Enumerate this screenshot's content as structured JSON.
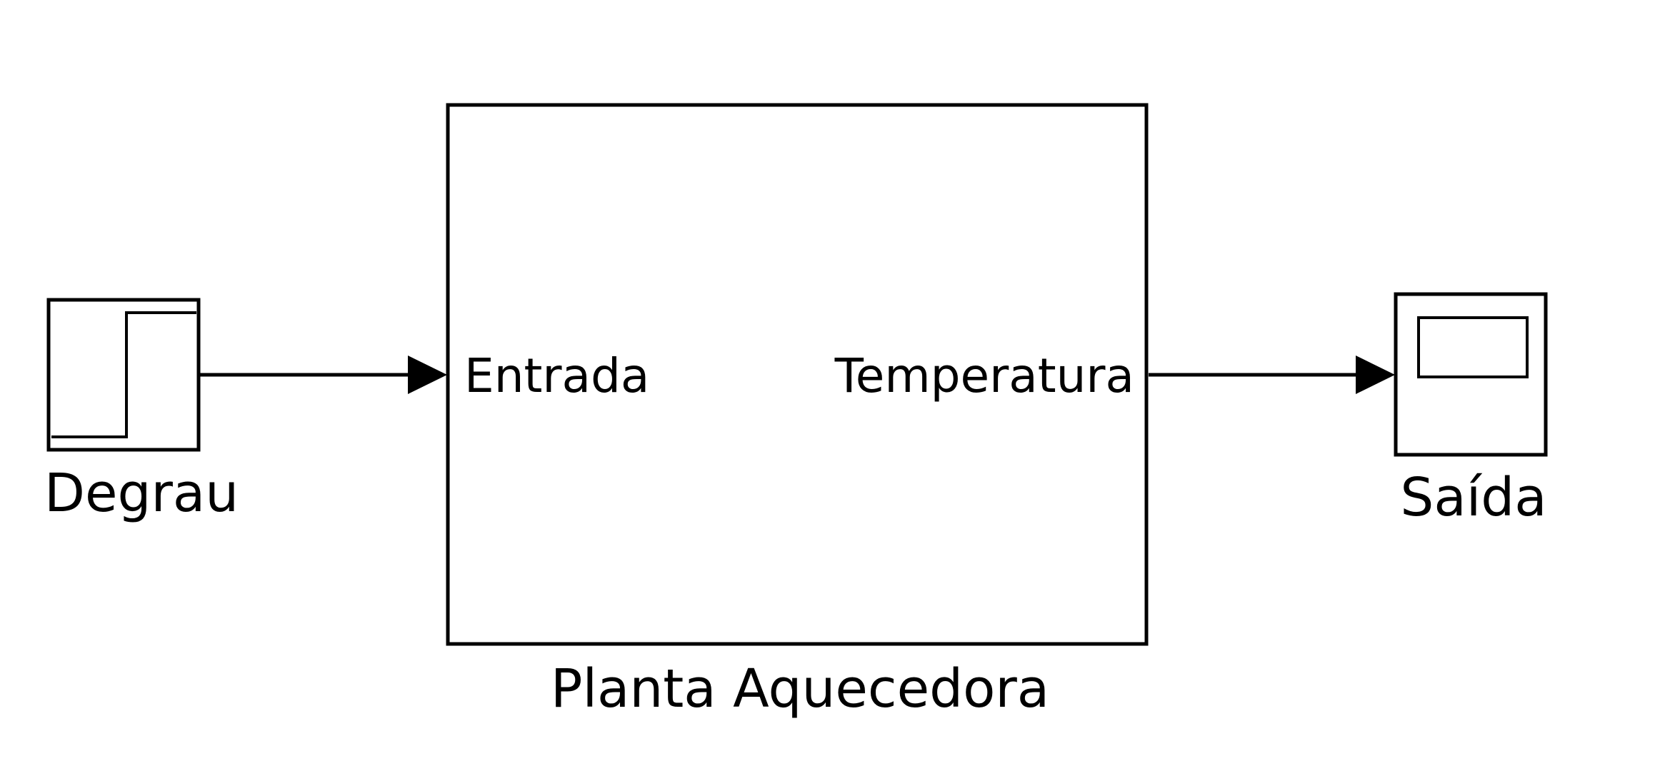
{
  "diagram": {
    "blocks": {
      "step": {
        "name": "Degrau"
      },
      "plant": {
        "name": "Planta Aquecedora",
        "input_port": "Entrada",
        "output_port": "Temperatura"
      },
      "scope": {
        "name": "Saída"
      }
    },
    "line_color": "#000000",
    "background": "#ffffff"
  }
}
